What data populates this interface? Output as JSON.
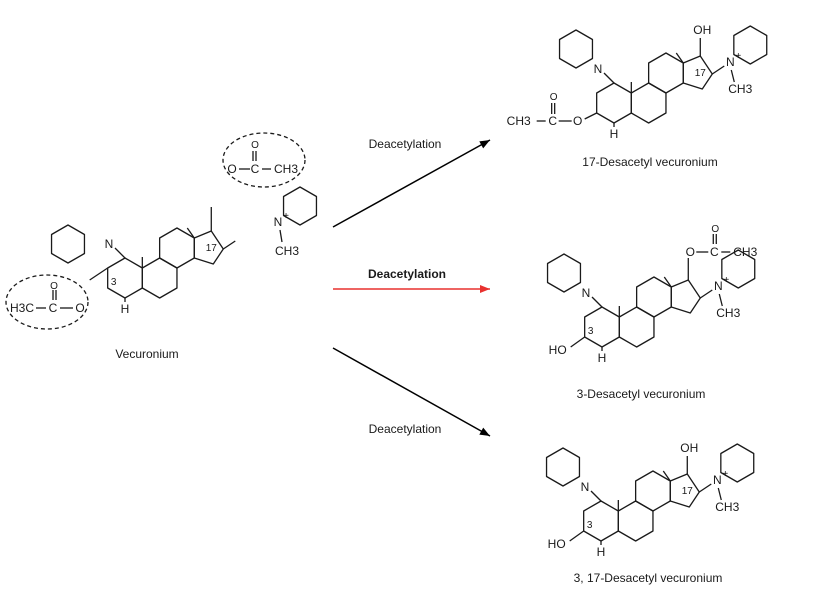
{
  "compounds": {
    "vecuronium": "Vecuronium",
    "desacetyl17": "17-Desacetyl vecuronium",
    "desacetyl3": "3-Desacetyl vecuronium",
    "desacetyl3_17": "3, 17-Desacetyl vecuronium"
  },
  "arrows": [
    {
      "label": "Deacetylation",
      "color": "#000000",
      "bold": false
    },
    {
      "label": "Deacetylation",
      "color": "#e8312f",
      "bold": true
    },
    {
      "label": "Deacetylation",
      "color": "#000000",
      "bold": false
    }
  ],
  "atoms": {
    "N": "N",
    "N_plus": "N",
    "plus": "+",
    "H": "H",
    "OH": "OH",
    "HO": "HO",
    "O": "O",
    "C": "C",
    "CH3": "CH3",
    "H3C": "H3C",
    "CH3_acyl": "CH3",
    "pos3": "3",
    "pos17": "17"
  }
}
